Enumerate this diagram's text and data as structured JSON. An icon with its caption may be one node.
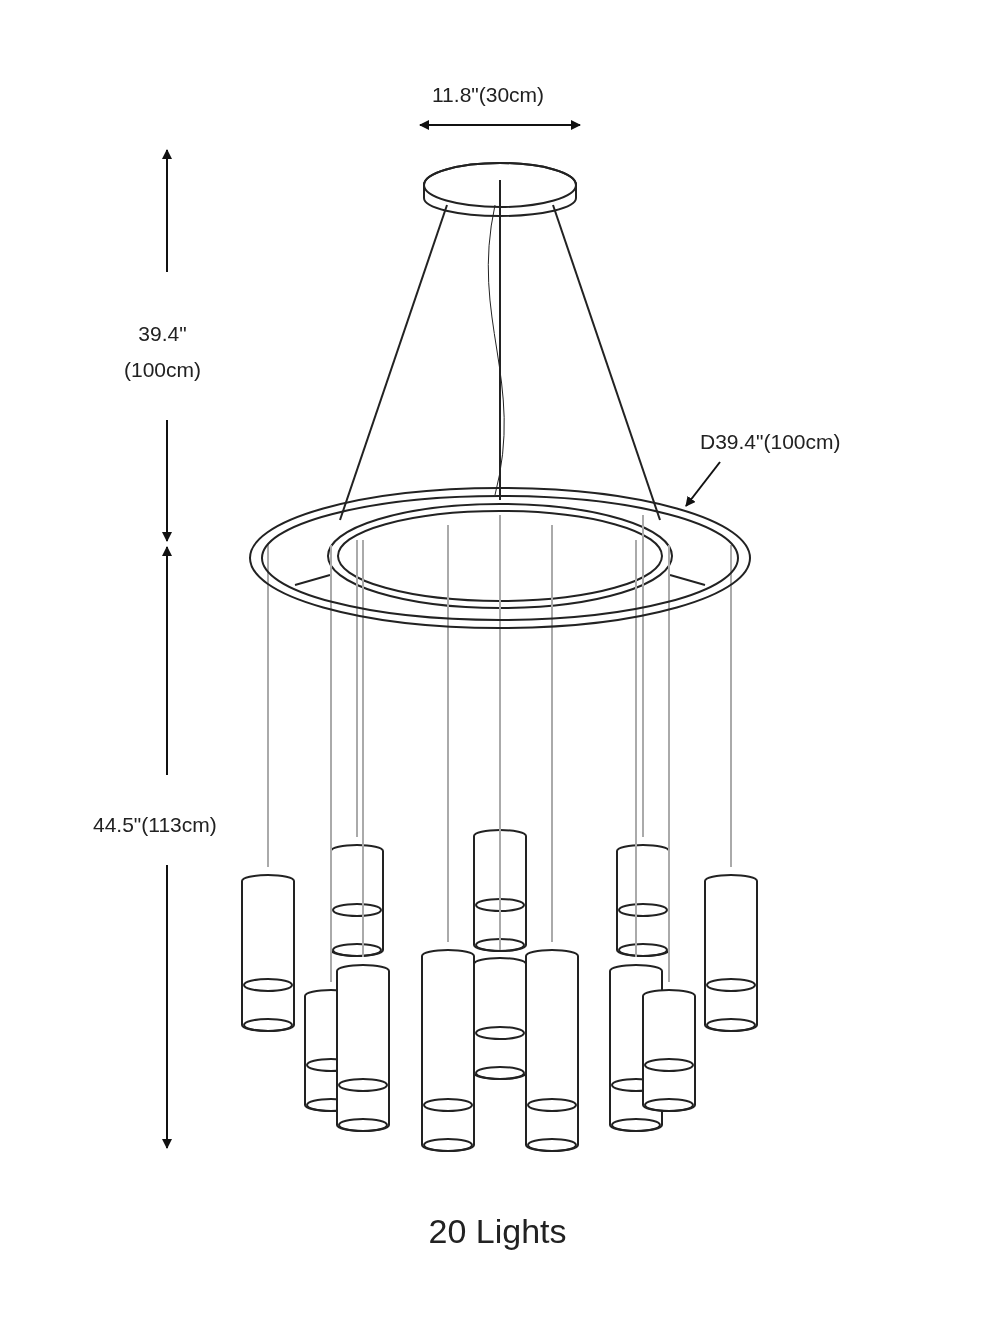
{
  "diagram": {
    "caption": "20 Lights",
    "nodes": [
      {
        "text": [
          "D39.4\"(100cm)"
        ]
      },
      {
        "text": [],
        "shape": "circle"
      }
    ],
    "edges": [
      {
        "from": 0,
        "to": 1,
        "arrow": "to"
      }
    ],
    "labels": [
      "11.8\"(30cm)",
      "39.4\" (100cm)",
      "44.5\"(113cm)"
    ]
  }
}
